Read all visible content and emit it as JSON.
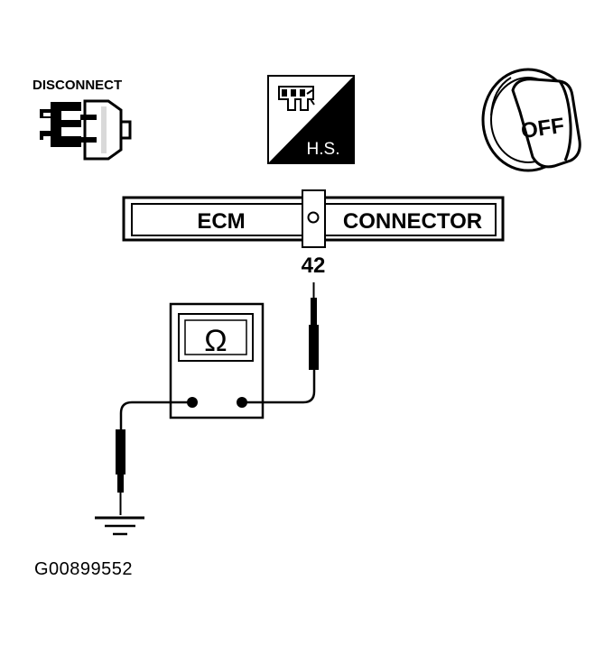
{
  "icons": {
    "disconnect": {
      "label": "DISCONNECT",
      "icon": "connector-disconnect-icon"
    },
    "harness_side": {
      "label": "H.S.",
      "icon": "harness-side-icon"
    },
    "ignition": {
      "label": "OFF",
      "icon": "ignition-key-off-icon"
    }
  },
  "connector": {
    "left_label": "ECM",
    "right_label": "CONNECTOR",
    "pin": "42"
  },
  "meter": {
    "symbol": "Ω",
    "icon": "ohmmeter-icon"
  },
  "ground": {
    "icon": "ground-icon"
  },
  "figure_id": "G00899552"
}
